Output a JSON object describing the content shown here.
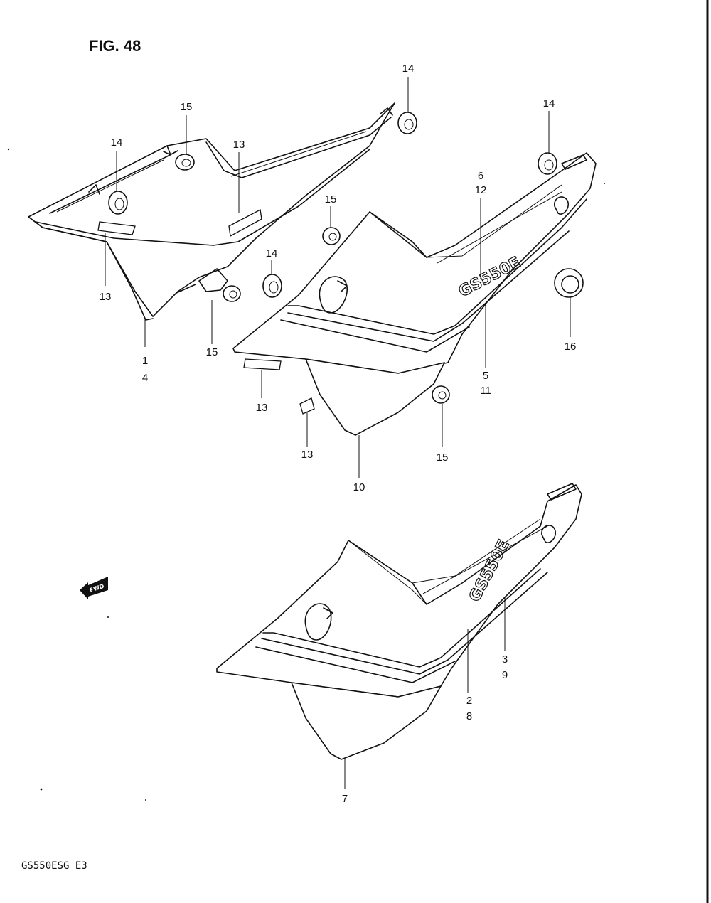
{
  "figure": {
    "title": "FIG. 48",
    "model_code": "GS550ESG E3"
  },
  "logos": {
    "upper_cover": "GS550E",
    "lower_cover": "GS550E"
  },
  "forward_marker": "FWD",
  "callouts": {
    "c14_a": "14",
    "c15_a": "15",
    "c13_a": "13",
    "c14_b": "14",
    "c14_c": "14",
    "c6": "6",
    "c12": "12",
    "c15_b": "15",
    "c14_d": "14",
    "c13_b": "13",
    "c1": "1",
    "c4": "4",
    "c15_c": "15",
    "c16": "16",
    "c5": "5",
    "c11": "11",
    "c13_c": "13",
    "c13_d": "13",
    "c15_d": "15",
    "c10": "10",
    "c3": "3",
    "c9": "9",
    "c2": "2",
    "c8": "8",
    "c7": "7"
  }
}
